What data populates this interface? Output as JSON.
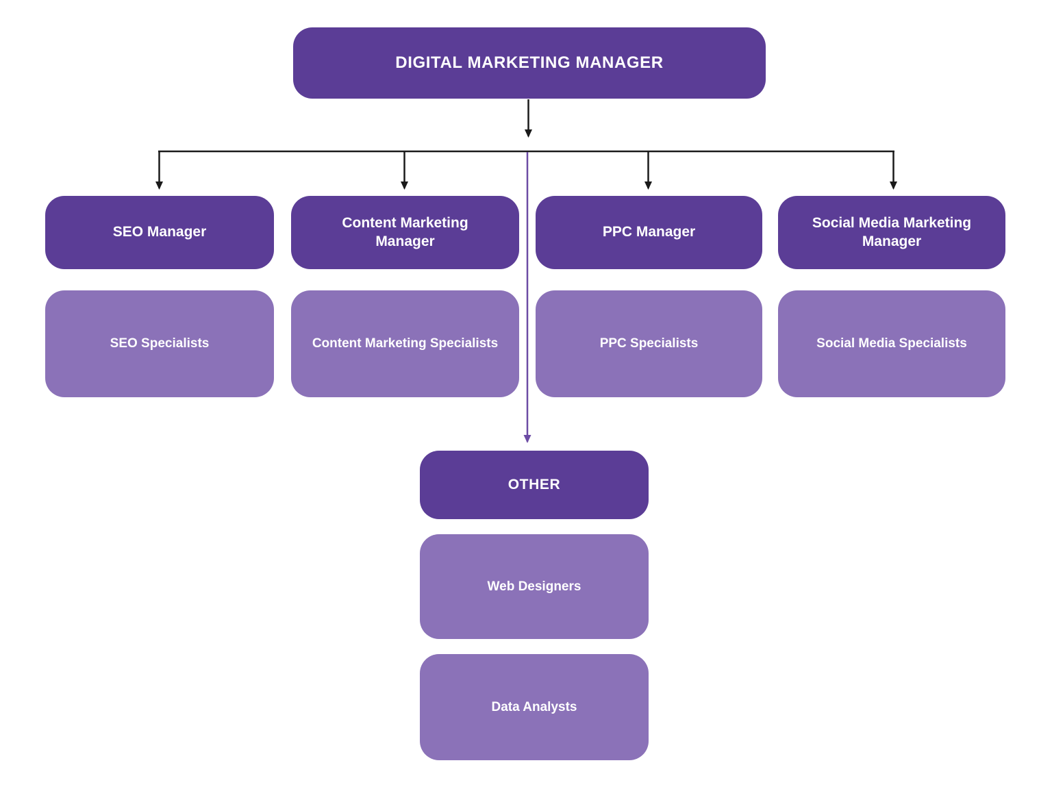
{
  "colors": {
    "background": "#FFFFFF",
    "manager_box": "#5B3D96",
    "specialist_box": "#8B72B8",
    "text": "#FFFFFF",
    "connector": "#1A1A1A",
    "connector_accent": "#6C4BA4"
  },
  "root": {
    "label": "DIGITAL MARKETING MANAGER"
  },
  "branches": [
    {
      "manager": "SEO Manager",
      "specialists": "SEO Specialists"
    },
    {
      "manager": "Content Marketing Manager",
      "specialists": "Content Marketing Specialists"
    },
    {
      "manager": "PPC Manager",
      "specialists": "PPC Specialists"
    },
    {
      "manager": "Social Media Marketing Manager",
      "specialists": "Social Media Specialists"
    }
  ],
  "other_branch": {
    "header": "OTHER",
    "teams": [
      {
        "label": "Web Designers"
      },
      {
        "label": "Data Analysts"
      }
    ]
  }
}
